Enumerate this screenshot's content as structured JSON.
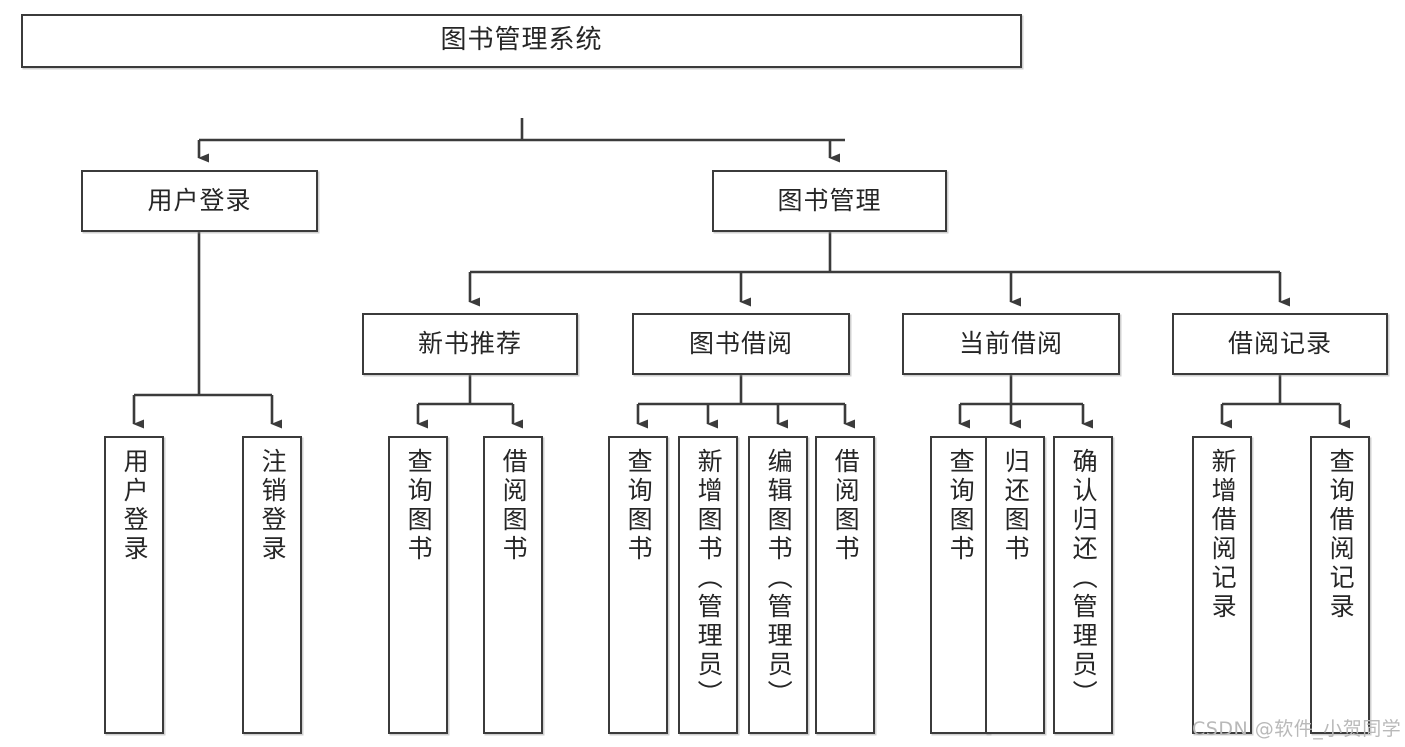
{
  "diagram": {
    "title": "图书管理系统",
    "type": "function-structure-tree",
    "orientation": "top-down",
    "line_color": "#3b3b3b",
    "box_fill": "#ffffff",
    "text_color": "#262626",
    "watermark_color": "#b9b9b9"
  },
  "watermark": {
    "text": "CSDN @软件_小贺同学"
  },
  "nodes": {
    "root": {
      "label": "图书管理系统",
      "level": 1
    },
    "user_login": {
      "label": "用户登录",
      "level": 2
    },
    "book_manage": {
      "label": "图书管理",
      "level": 2
    },
    "new_book_rec": {
      "label": "新书推荐",
      "level": 3
    },
    "book_borrow": {
      "label": "图书借阅",
      "level": 3
    },
    "current_borrow": {
      "label": "当前借阅",
      "level": 3
    },
    "borrow_record": {
      "label": "借阅记录",
      "level": 3
    },
    "leaf_user_login": {
      "label": "用户登录",
      "level": 4
    },
    "leaf_logout": {
      "label": "注销登录",
      "level": 4
    },
    "leaf_query_book_1": {
      "label": "查询图书",
      "level": 4
    },
    "leaf_borrow_book_1": {
      "label": "借阅图书",
      "level": 4
    },
    "leaf_query_book_2": {
      "label": "查询图书",
      "level": 4
    },
    "leaf_add_book": {
      "label": "新增图书（管理员）",
      "level": 4
    },
    "leaf_edit_book": {
      "label": "编辑图书（管理员）",
      "level": 4
    },
    "leaf_borrow_book_2": {
      "label": "借阅图书",
      "level": 4
    },
    "leaf_query_book_3": {
      "label": "查询图书",
      "level": 4
    },
    "leaf_return_book": {
      "label": "归还图书",
      "level": 4
    },
    "leaf_confirm_return": {
      "label": "确认归还（管理员）",
      "level": 4
    },
    "leaf_add_record": {
      "label": "新增借阅记录",
      "level": 4
    },
    "leaf_query_record": {
      "label": "查询借阅记录",
      "level": 4
    }
  },
  "edges": [
    {
      "from": "root",
      "to": "user_login"
    },
    {
      "from": "root",
      "to": "book_manage"
    },
    {
      "from": "book_manage",
      "to": "new_book_rec"
    },
    {
      "from": "book_manage",
      "to": "book_borrow"
    },
    {
      "from": "book_manage",
      "to": "current_borrow"
    },
    {
      "from": "book_manage",
      "to": "borrow_record"
    },
    {
      "from": "user_login",
      "to": "leaf_user_login"
    },
    {
      "from": "user_login",
      "to": "leaf_logout"
    },
    {
      "from": "new_book_rec",
      "to": "leaf_query_book_1"
    },
    {
      "from": "new_book_rec",
      "to": "leaf_borrow_book_1"
    },
    {
      "from": "book_borrow",
      "to": "leaf_query_book_2"
    },
    {
      "from": "book_borrow",
      "to": "leaf_add_book"
    },
    {
      "from": "book_borrow",
      "to": "leaf_edit_book"
    },
    {
      "from": "book_borrow",
      "to": "leaf_borrow_book_2"
    },
    {
      "from": "current_borrow",
      "to": "leaf_query_book_3"
    },
    {
      "from": "current_borrow",
      "to": "leaf_return_book"
    },
    {
      "from": "current_borrow",
      "to": "leaf_confirm_return"
    },
    {
      "from": "borrow_record",
      "to": "leaf_add_record"
    },
    {
      "from": "borrow_record",
      "to": "leaf_query_record"
    }
  ]
}
